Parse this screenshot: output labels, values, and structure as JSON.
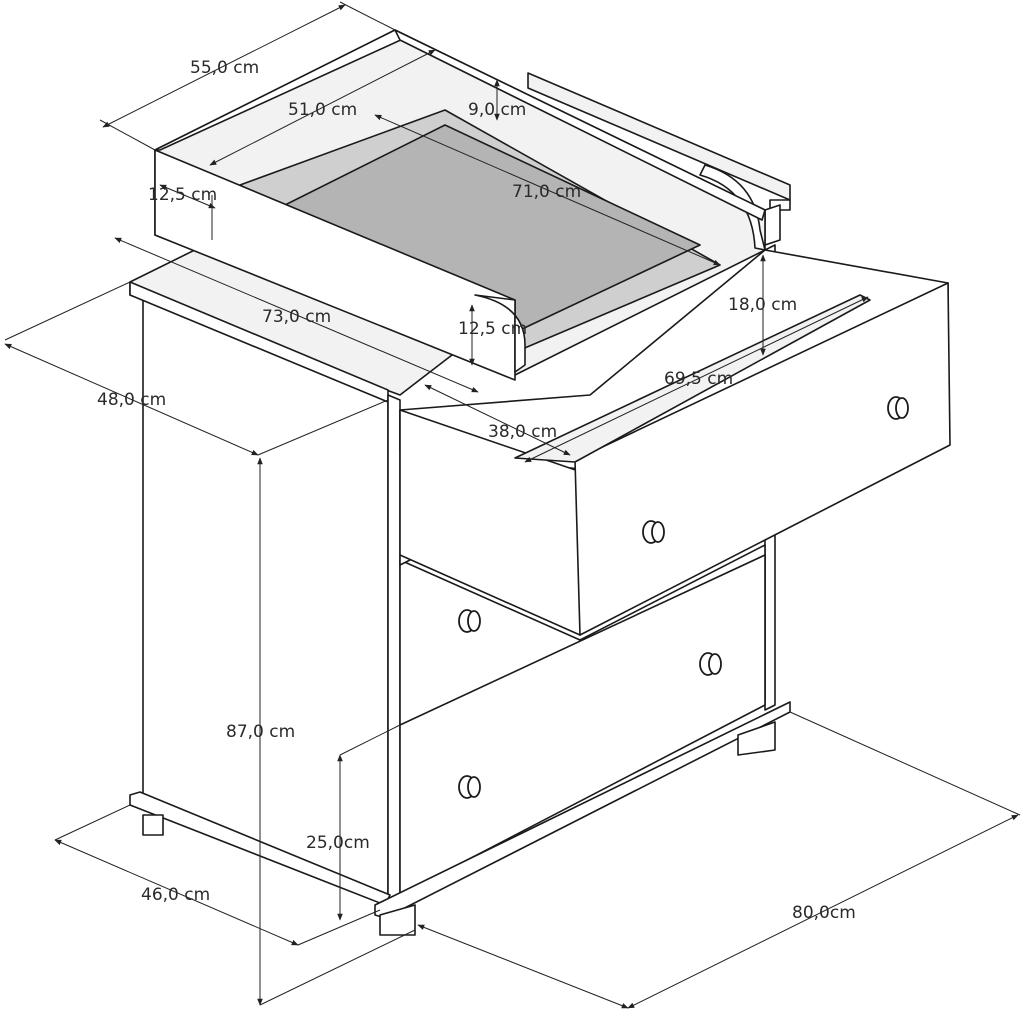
{
  "dimensions": {
    "top_width": "55,0 cm",
    "top_inner_width": "51,0 cm",
    "top_rim_height": "9,0 cm",
    "top_side_rim": "12,5 cm",
    "top_inner_length": "71,0 cm",
    "top_front_rim": "12,5 cm",
    "top_length": "73,0 cm",
    "drawer_height": "18,0 cm",
    "drawer_length": "69,5 cm",
    "drawer_depth": "38,0 cm",
    "body_depth": "48,0 cm",
    "total_height": "87,0 cm",
    "leg_height": "25,0cm",
    "base_depth": "46,0 cm",
    "base_width": "80,0cm"
  },
  "colors": {
    "outline": "#1a1a1a",
    "changing_mat": "#cfcfcf",
    "background": "#ffffff"
  }
}
